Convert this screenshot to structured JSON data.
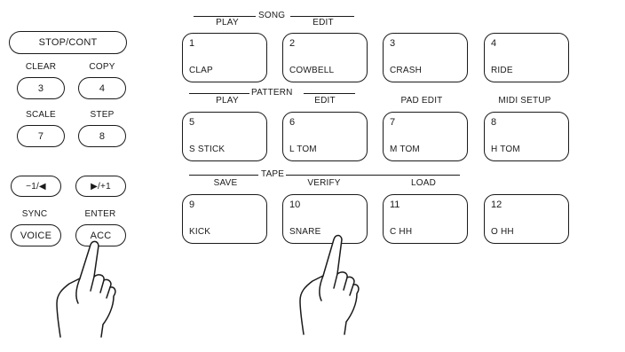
{
  "left_panel": {
    "stop_cont": "STOP/CONT",
    "clear_label": "CLEAR",
    "copy_label": "COPY",
    "btn_3": "3",
    "btn_4": "4",
    "scale_label": "SCALE",
    "step_label": "STEP",
    "btn_7": "7",
    "btn_8": "8",
    "btn_back": "−1/◀",
    "btn_fwd": "▶/+1",
    "sync_label": "SYNC",
    "enter_label": "ENTER",
    "btn_voice": "VOICE",
    "btn_acc": "ACC"
  },
  "groups": {
    "song": "SONG",
    "song_play": "PLAY",
    "song_edit": "EDIT",
    "pattern": "PATTERN",
    "pattern_play": "PLAY",
    "pattern_edit": "EDIT",
    "pad_edit": "PAD EDIT",
    "midi_setup": "MIDI SETUP",
    "tape": "TAPE",
    "tape_save": "SAVE",
    "tape_verify": "VERIFY",
    "tape_load": "LOAD"
  },
  "pads": [
    {
      "num": "1",
      "name": "CLAP"
    },
    {
      "num": "2",
      "name": "COWBELL"
    },
    {
      "num": "3",
      "name": "CRASH"
    },
    {
      "num": "4",
      "name": "RIDE"
    },
    {
      "num": "5",
      "name": "S STICK"
    },
    {
      "num": "6",
      "name": "L TOM"
    },
    {
      "num": "7",
      "name": "M TOM"
    },
    {
      "num": "8",
      "name": "H TOM"
    },
    {
      "num": "9",
      "name": "KICK"
    },
    {
      "num": "10",
      "name": "SNARE"
    },
    {
      "num": "11",
      "name": "C HH"
    },
    {
      "num": "12",
      "name": "O HH"
    }
  ],
  "colors": {
    "ink": "#1a1a1a",
    "background": "#ffffff"
  },
  "icons": [
    "pointing-hand-icon"
  ]
}
